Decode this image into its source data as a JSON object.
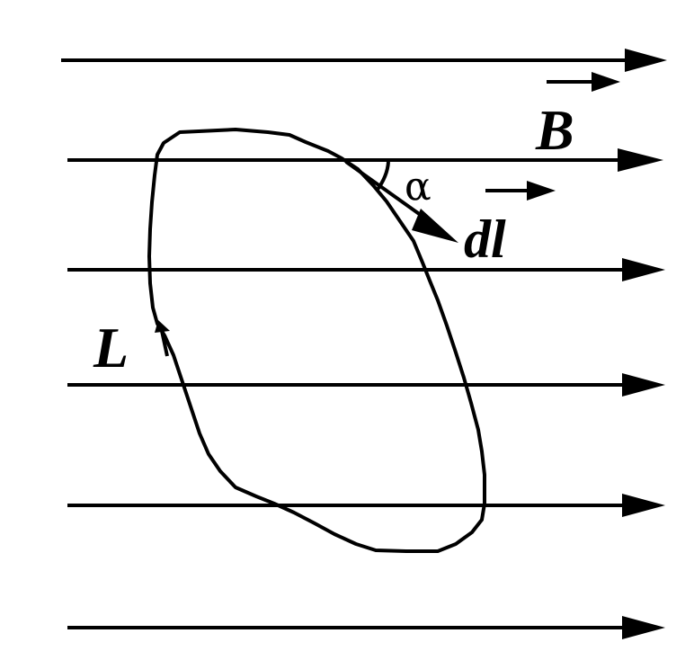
{
  "diagram": {
    "labels": {
      "field": "B",
      "element": "dl",
      "angle": "α",
      "contour": "L"
    },
    "colors": {
      "ink": "#000000",
      "background": "#ffffff"
    }
  }
}
